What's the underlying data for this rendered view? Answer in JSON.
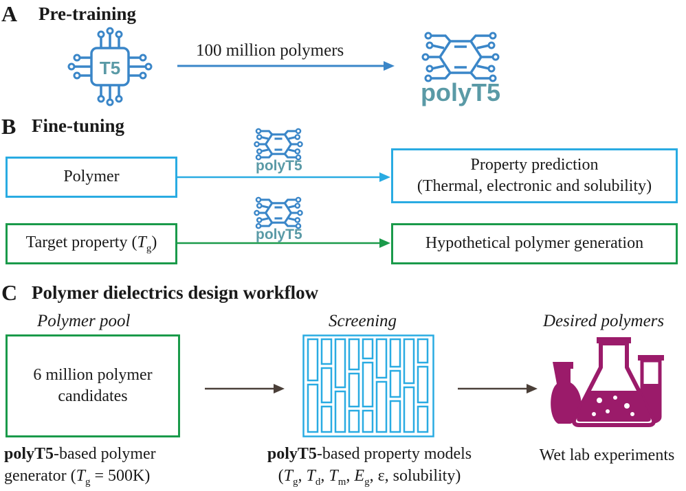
{
  "section_a": {
    "letter": "A",
    "title": "Pre-training",
    "chip_label": "T5",
    "arrow_label": "100 million polymers",
    "model_label": "polyT5"
  },
  "section_b": {
    "letter": "B",
    "title": "Fine-tuning",
    "row1": {
      "input": "Polymer",
      "model_label": "polyT5",
      "output_line1": "Property prediction",
      "output_line2": "(Thermal, electronic and solubility)"
    },
    "row2": {
      "input_text": "Target property (",
      "input_var": "T",
      "input_sub": "g",
      "input_close": ")",
      "model_label": "polyT5",
      "output": "Hypothetical polymer generation"
    }
  },
  "section_c": {
    "letter": "C",
    "title": "Polymer dielectrics design workflow",
    "pool": {
      "heading": "Polymer pool",
      "line1": "6 million polymer",
      "line2": "candidates",
      "cap_bold": "polyT5",
      "cap_rest": "-based polymer",
      "cap_line2_pre": "generator  (",
      "cap_var": "T",
      "cap_sub": "g",
      "cap_line2_post": " = 500K)"
    },
    "screening": {
      "heading": "Screening",
      "cap_bold": "polyT5",
      "cap_rest": "-based property models",
      "p1": "T",
      "s1": "g",
      "p2": "T",
      "s2": "d",
      "p3": "T",
      "s3": "m",
      "p4": "E",
      "s4": "g",
      "tail": ", ε, solubility)"
    },
    "desired": {
      "heading": "Desired polymers",
      "caption": "Wet lab experiments"
    }
  },
  "colors": {
    "blue": "#29abe2",
    "green": "#1a9a4a",
    "chip": "#3a86c8",
    "magenta": "#9b1b6a",
    "arrow_dark": "#4a3f38",
    "logo_text": "#5a9aa6"
  }
}
